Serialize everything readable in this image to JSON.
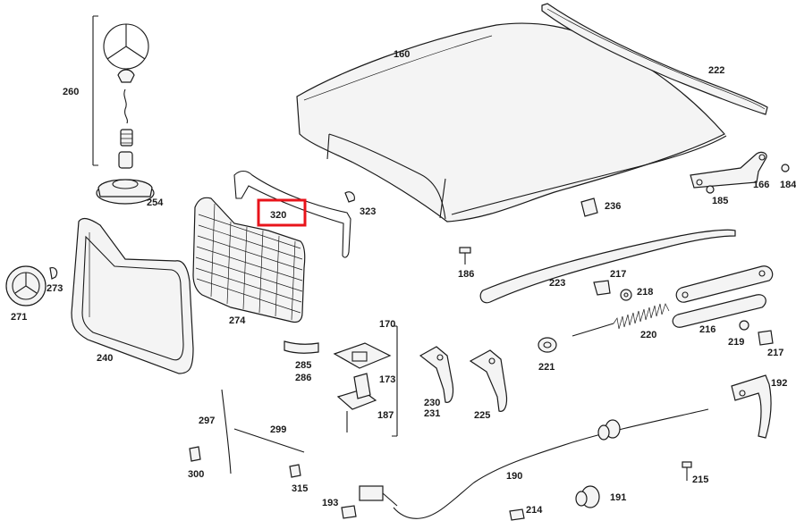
{
  "labels": {
    "l160": "160",
    "l222": "222",
    "l260": "260",
    "l254": "254",
    "l320": "320",
    "l323": "323",
    "l236": "236",
    "l166": "166",
    "l184": "184",
    "l185": "185",
    "l186": "186",
    "l273": "273",
    "l271": "271",
    "l274": "274",
    "l240": "240",
    "l223": "223",
    "l217a": "217",
    "l218": "218",
    "l216": "216",
    "l220": "220",
    "l219": "219",
    "l217b": "217",
    "l221": "221",
    "l170": "170",
    "l173": "173",
    "l187": "187",
    "l285": "285",
    "l286": "286",
    "l230": "230",
    "l231": "231",
    "l225": "225",
    "l192": "192",
    "l297": "297",
    "l299": "299",
    "l300": "300",
    "l315": "315",
    "l190": "190",
    "l215": "215",
    "l191": "191",
    "l193": "193",
    "l214": "214"
  },
  "highlight_color": "#e8141b"
}
